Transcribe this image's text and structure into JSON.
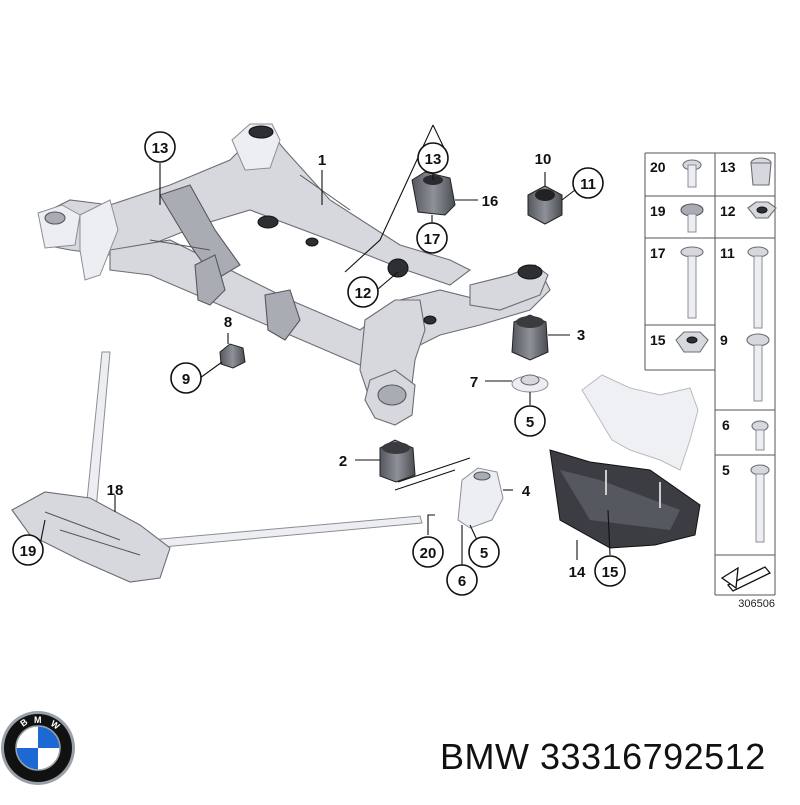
{
  "diagram": {
    "part_callouts": {
      "c1": "1",
      "c2": "2",
      "c3": "3",
      "c4": "4",
      "c5a": "5",
      "c5b": "5",
      "c6": "6",
      "c7": "7",
      "c8": "8",
      "c9": "9",
      "c10": "10",
      "c11": "11",
      "c12": "12",
      "c13a": "13",
      "c13b": "13",
      "c14": "14",
      "c15": "15",
      "c16": "16",
      "c17": "17",
      "c18": "18",
      "c19": "19",
      "c20": "20"
    },
    "fastener_grid": {
      "r1l": "20",
      "r1r": "13",
      "r2l": "19",
      "r2r": "12",
      "r3l": "17",
      "r3r": "11",
      "r4l": "15",
      "r4r": "9",
      "r5": "6",
      "r6": "5"
    },
    "diagram_number": "306506"
  },
  "caption": {
    "brand": "BMW",
    "part_number": "33316792512"
  },
  "logo": {
    "text": "BMW",
    "colors": {
      "blue": "#1c69d4",
      "white": "#ffffff",
      "ring": "#111111",
      "chrome": "#9aa0a8"
    }
  }
}
